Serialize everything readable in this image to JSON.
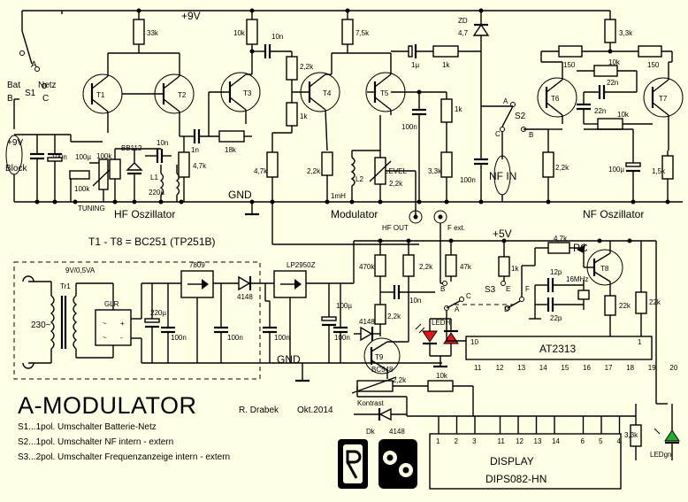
{
  "title": "A-MODULATOR",
  "author": "R. Drabek",
  "date": "Okt.2014",
  "transistor_note": "T1 - T8 = BC251 (TP251B)",
  "sections": {
    "hf_osc": "HF Oszillator",
    "modulator": "Modulator",
    "nf_osc": "NF Oszillator"
  },
  "rails": {
    "plus9v": "+9V",
    "plus5v": "+5V",
    "gnd": "GND",
    "gnd2": "GND"
  },
  "supply": {
    "bat": "Bat",
    "netz": "Netz",
    "s1": "S1",
    "a": "A",
    "b": "B",
    "c": "C",
    "block_v": "+9V",
    "block": "Block",
    "mains": "230~",
    "tr1": "Tr1",
    "trafo": "9V/0,5VA",
    "glr": "GLR",
    "reg1": "7809",
    "reg2": "LP2950Z",
    "d4148": "4148"
  },
  "transistors": [
    "T1",
    "T2",
    "T3",
    "T4",
    "T5",
    "T6",
    "T7",
    "T8",
    "T9"
  ],
  "t9_type": "BC548",
  "ics": {
    "mcu": "AT2313",
    "mcu_pins_top": [
      "10",
      "1"
    ],
    "mcu_pins_bottom": [
      "11",
      "12",
      "13",
      "14",
      "15",
      "16",
      "17",
      "18",
      "19",
      "20"
    ],
    "display": "DISPLAY",
    "display_type": "DIPS082-HN",
    "display_pins": [
      "1",
      "2",
      "3",
      "11",
      "12",
      "13",
      "14",
      "6",
      "5",
      "4"
    ]
  },
  "parts": {
    "r33k": "33k",
    "r10k_a": "10k",
    "c10n_a": "10n",
    "r2k2_a": "2,2k",
    "r1k_a": "1k",
    "r7k5": "7,5k",
    "c1u": "1µ",
    "r1k_b": "1k",
    "zd": "ZD",
    "zd_v": "4,7",
    "r3k3_a": "3,3k",
    "r150_a": "150",
    "r150_b": "150",
    "r10k_b": "10k",
    "c22n_a": "22n",
    "c22n_b": "22n",
    "r10k_c": "10k",
    "c100n_a": "100n",
    "c100u_a": "100µ",
    "r100k_a": "100k",
    "r100k_b": "100k",
    "tuning": "TUNING",
    "bb112": "BB112",
    "c10n_b": "10n",
    "c1n": "1n",
    "l1": "L1",
    "c220u_a": "220µ",
    "r4k7_a": "4,7k",
    "r18k": "18k",
    "r4k7_b": "4,7k",
    "r2k2_b": "2,2k",
    "l2": "L2",
    "l2_val": "1mH",
    "level": "LEVEL",
    "r2k2_c": "2,2k",
    "c100n_b": "100n",
    "r1k_c": "1k",
    "r3k3_b": "3,3k",
    "c100n_c": "100n",
    "nf_in": "NF IN",
    "s2": "S2",
    "s2_a": "A",
    "s2_b": "B",
    "s2_c": "C",
    "r2k2_d": "2,2k",
    "c100u_b": "100µ",
    "r1k5": "1,5k",
    "hf_out": "HF OUT",
    "f_ext": "F ext.",
    "r470k": "470k",
    "r2k2_e": "2,2k",
    "r47k": "47k",
    "c10n_c": "10n",
    "r2k2_f": "2,2k",
    "d4148_b": "4148",
    "s3": "S3",
    "s3_a": "A",
    "s3_b": "B",
    "s3_c": "C",
    "s3_d": "D",
    "s3_e": "E",
    "s3_f": "F",
    "r1k_d": "1k",
    "ledh": "LEDH",
    "r4k7_c": "4,7k",
    "pc": "PC",
    "c12p": "12p",
    "c22p": "22p",
    "xtal": "16MHz",
    "r22k_a": "22k",
    "r22k_b": "22k",
    "c220u_b": "220µ",
    "c100n_d": "100n",
    "c100n_e": "100n",
    "c100n_f": "100n",
    "c100n_g": "100n",
    "c100u_c": "100µ",
    "c100n_h": "100n",
    "kontrast": "Kontrast",
    "r2k2_g": "2,2k",
    "r10k_d": "10k",
    "dk": "Dk",
    "d4148_c": "4148",
    "r3k3_c": "3,3k",
    "ledgn": "LEDgn"
  },
  "legend": [
    "S1...1pol. Umschalter Batterie-Netz",
    "S2...1pol. Umschalter NF intern - extern",
    "S3...2pol. Umschalter Frequenzanzeige intern - extern"
  ],
  "colors": {
    "background": "#ffffe6",
    "led_red": "#e8141c",
    "led_green": "#21b02e"
  }
}
